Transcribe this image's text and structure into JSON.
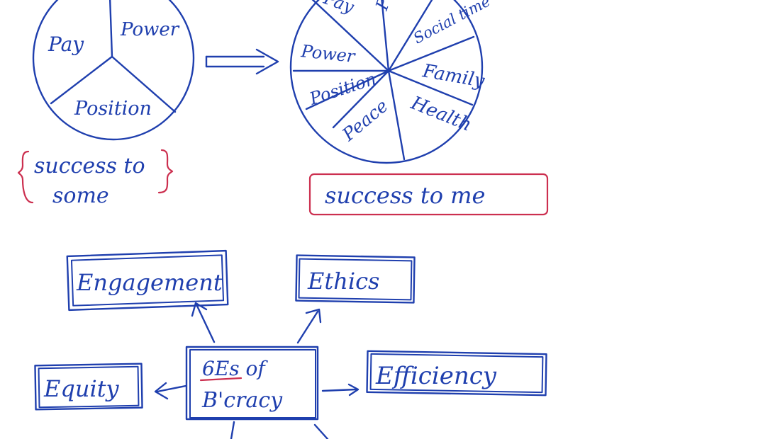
{
  "colors": {
    "ink": "#1f3fae",
    "accent": "#cc2f4f",
    "paper": "#ffffff"
  },
  "left_pie": {
    "slices": [
      "Pay",
      "Power",
      "Position"
    ],
    "caption_line1": "success to",
    "caption_line2": "some"
  },
  "right_pie": {
    "slices": [
      "Pay",
      "Pride",
      "Social time",
      "Family",
      "Health",
      "Peace",
      "Position",
      "Power"
    ],
    "caption": "success to me"
  },
  "mindmap": {
    "center_line1": "6Es of",
    "center_line2": "B'cracy",
    "nodes": [
      "Engagement",
      "Ethics",
      "Equity",
      "Efficiency"
    ]
  }
}
